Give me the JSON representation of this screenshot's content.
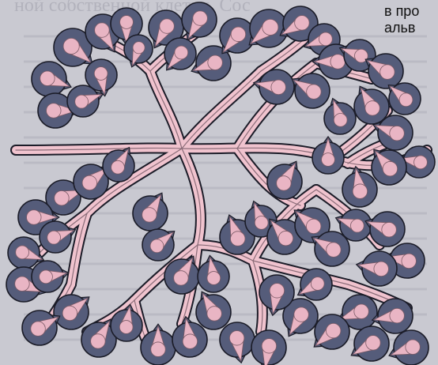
{
  "header": {
    "faded_text_top": "ной собственной клетки. Сос"
  },
  "caption": {
    "lines": [
      "в про",
      "альв"
    ]
  },
  "figure": {
    "subject": "alveolar gland with branching ducts",
    "colors": {
      "page": "#c9c9d1",
      "alveolus_outer": "#555c7a",
      "alveolus_outline": "#1b1c28",
      "lumen": "#e9b5c4",
      "duct_fill": "#f0c3ce",
      "duct_outline": "#1b1c28"
    }
  }
}
